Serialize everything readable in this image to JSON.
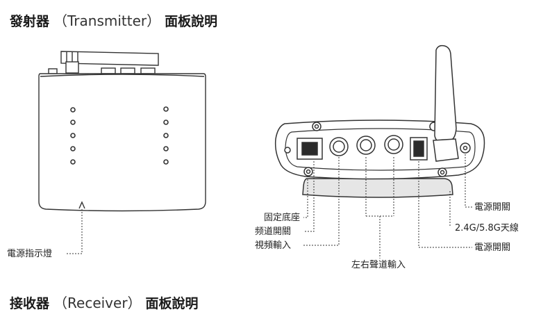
{
  "headings": {
    "transmitter": {
      "zh": "發射器",
      "en": "（Transmitter）",
      "suffix": "面板說明"
    },
    "receiver": {
      "zh": "接收器",
      "en": "（Receiver）",
      "suffix": "面板說明"
    }
  },
  "labels": {
    "power_indicator": "電源指示燈",
    "fixed_base": "固定底座",
    "channel_switch": "频道開關",
    "video_input": "視頻輸入",
    "lr_audio_input": "左右聲道輸入",
    "power_switch_top": "電源開關",
    "antenna": "2.4G/5.8G天線",
    "power_switch_bottom": "電源開關"
  },
  "colors": {
    "line": "#333333",
    "device_fill": "#ffffff",
    "base_fill": "#e6e6e6",
    "panel_fill": "#2b2b2b"
  }
}
